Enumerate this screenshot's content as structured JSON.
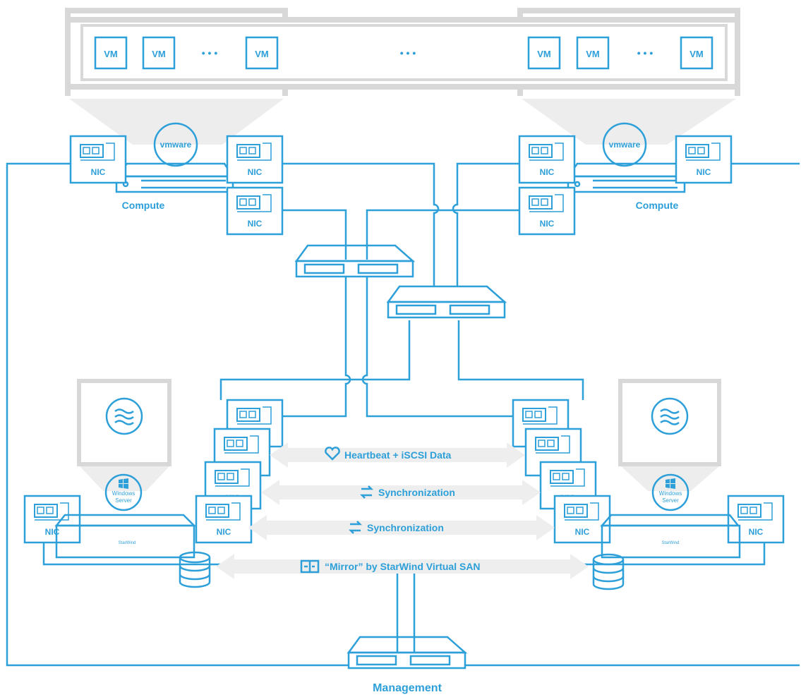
{
  "vm_label": "VM",
  "ellipsis": "• • •",
  "nic_label": "NIC",
  "vmware_logo": "vmware",
  "windows_logo_line1": "Windows",
  "windows_logo_line2": "Server",
  "starwind_badge": "StarWind",
  "compute_left": "Compute",
  "compute_right": "Compute",
  "management": "Management",
  "links": {
    "heartbeat": "Heartbeat + iSCSI Data",
    "sync1": "Synchronization",
    "sync2": "Synchronization",
    "mirror": "“Mirror” by StarWind Virtual SAN"
  },
  "icons": {
    "heartbeat": "heart-icon",
    "sync": "sync-arrows-icon",
    "mirror": "mirror-icon",
    "starwind": "wave-icon",
    "storage": "database-icon"
  },
  "colors": {
    "accent": "#2d9fd9",
    "frame": "#d8d8d8",
    "arrow": "#eeeeee"
  }
}
